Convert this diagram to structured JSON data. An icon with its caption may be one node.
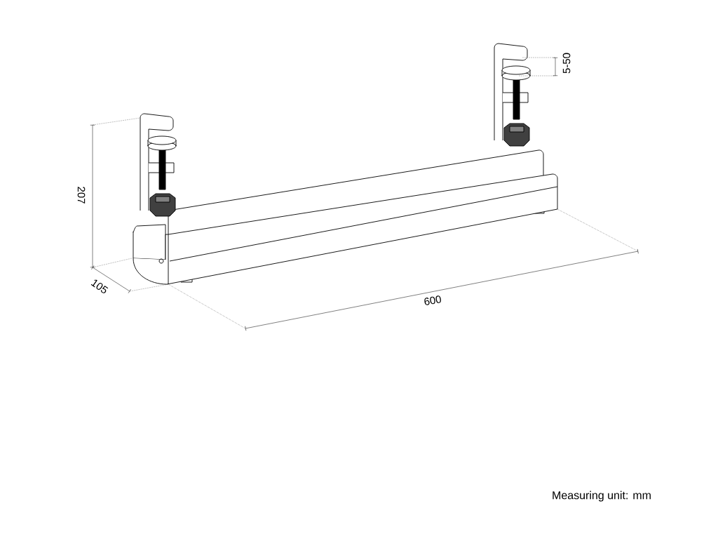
{
  "diagram": {
    "labels": [
      "5-50",
      "207",
      "105",
      "600",
      "Measuring unit: mm"
    ]
  }
}
